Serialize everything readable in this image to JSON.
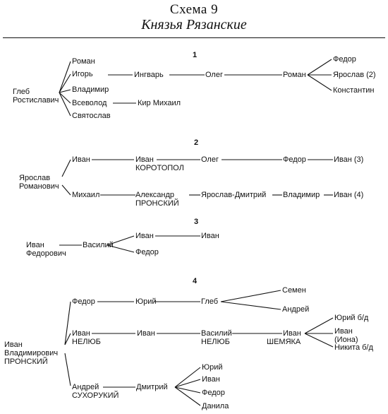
{
  "header": {
    "title": "Схема 9",
    "subtitle": "Князья Рязанские"
  },
  "sections": [
    {
      "number": "1",
      "nodes": {
        "gleb": [
          "Глеб",
          "Ростиславич"
        ],
        "roman_a": "Роман",
        "igor": "Игорь",
        "vladimir": "Владимир",
        "vsevolod": "Всеволод",
        "svyatoslav": "Святослав",
        "ingvar": "Ингварь",
        "kir_mikhail": "Кир Михаил",
        "oleg": "Олег",
        "roman_b": "Роман",
        "fedor": "Федор",
        "yaroslav": "Ярослав (2)",
        "konstantin": "Константин"
      }
    },
    {
      "number": "2",
      "nodes": {
        "yaroslav": [
          "Ярослав",
          "Романович"
        ],
        "ivan": "Иван",
        "mikhail": "Михаил",
        "ivan_korotopol": [
          "Иван",
          "КОРОТОПОЛ"
        ],
        "aleksandr": [
          "Александр",
          "ПРОНСКИЙ"
        ],
        "oleg": "Олег",
        "yaroslav_dmitriy": "Ярослав-Дмитрий",
        "fedor": "Федор",
        "vladimir": "Владимир",
        "ivan_3": "Иван (3)",
        "ivan_4": "Иван (4)"
      }
    },
    {
      "number": "3",
      "nodes": {
        "ivan_f": [
          "Иван",
          "Федорович"
        ],
        "vasiliy": "Василий",
        "ivan_a": "Иван",
        "ivan_b": "Иван",
        "fedor": "Федор"
      }
    },
    {
      "number": "4",
      "nodes": {
        "ivan_v": [
          "Иван",
          "Владимирович",
          "ПРОНСКИЙ"
        ],
        "fedor": "Федор",
        "yuriy": "Юрий",
        "gleb": "Глеб",
        "semen": "Семен",
        "andrey_a": "Андрей",
        "ivan_nelub": [
          "Иван",
          "НЕЛЮБ"
        ],
        "ivan_b": "Иван",
        "vasiliy_nelub": [
          "Василий",
          "НЕЛЮБ"
        ],
        "ivan_shemyaka": [
          "Иван",
          "ШЕМЯКА"
        ],
        "yuriy_bd": "Юрий б/д",
        "ivan_iona": [
          "Иван",
          "(Иона)"
        ],
        "nikita_bd": "Никита б/д",
        "andrey_suk": [
          "Андрей",
          "СУХОРУКИЙ"
        ],
        "dmitriy": "Дмитрий",
        "s_yuriy": "Юрий",
        "s_ivan": "Иван",
        "s_fedor": "Федор",
        "s_danila": "Данила"
      }
    }
  ]
}
